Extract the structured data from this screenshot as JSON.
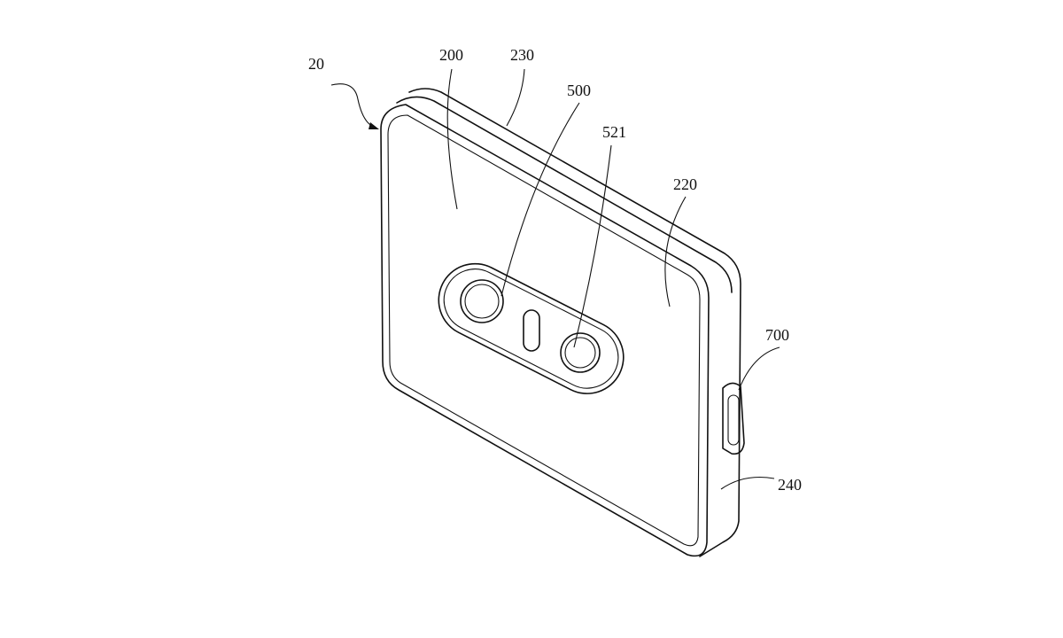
{
  "figure": {
    "labels": {
      "device": "20",
      "rear_cover": "200",
      "top_edge": "230",
      "camera_module": "500",
      "lens": "521",
      "rear_surface": "220",
      "port": "700",
      "side_frame": "240"
    }
  }
}
